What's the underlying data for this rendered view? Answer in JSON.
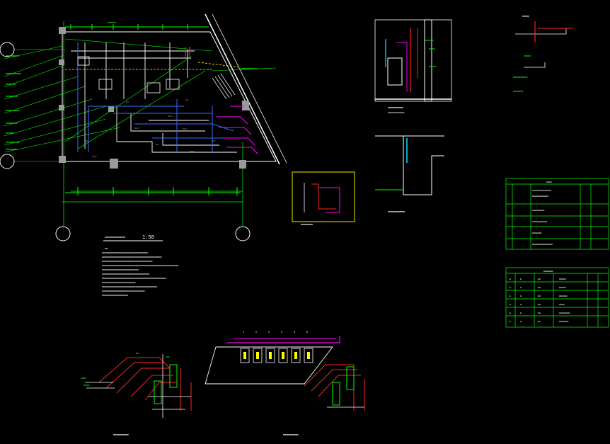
{
  "drawing": {
    "background": "#000000",
    "colors": {
      "green": "#00ff00",
      "white": "#ffffff",
      "cyan": "#00e5ff",
      "blue": "#3b6cff",
      "red": "#ff2222",
      "magenta": "#ff00ff",
      "yellow": "#ffff00",
      "grey": "#9a9a9a"
    },
    "plan": {
      "scale": "1:50"
    },
    "elevation": {
      "tags": [
        "1",
        "2",
        "3",
        "4",
        "5",
        "6"
      ]
    },
    "legend_table": {
      "cols": 5,
      "rows": 6
    },
    "equipment_table": {
      "cols": 6,
      "rows": 7
    }
  }
}
